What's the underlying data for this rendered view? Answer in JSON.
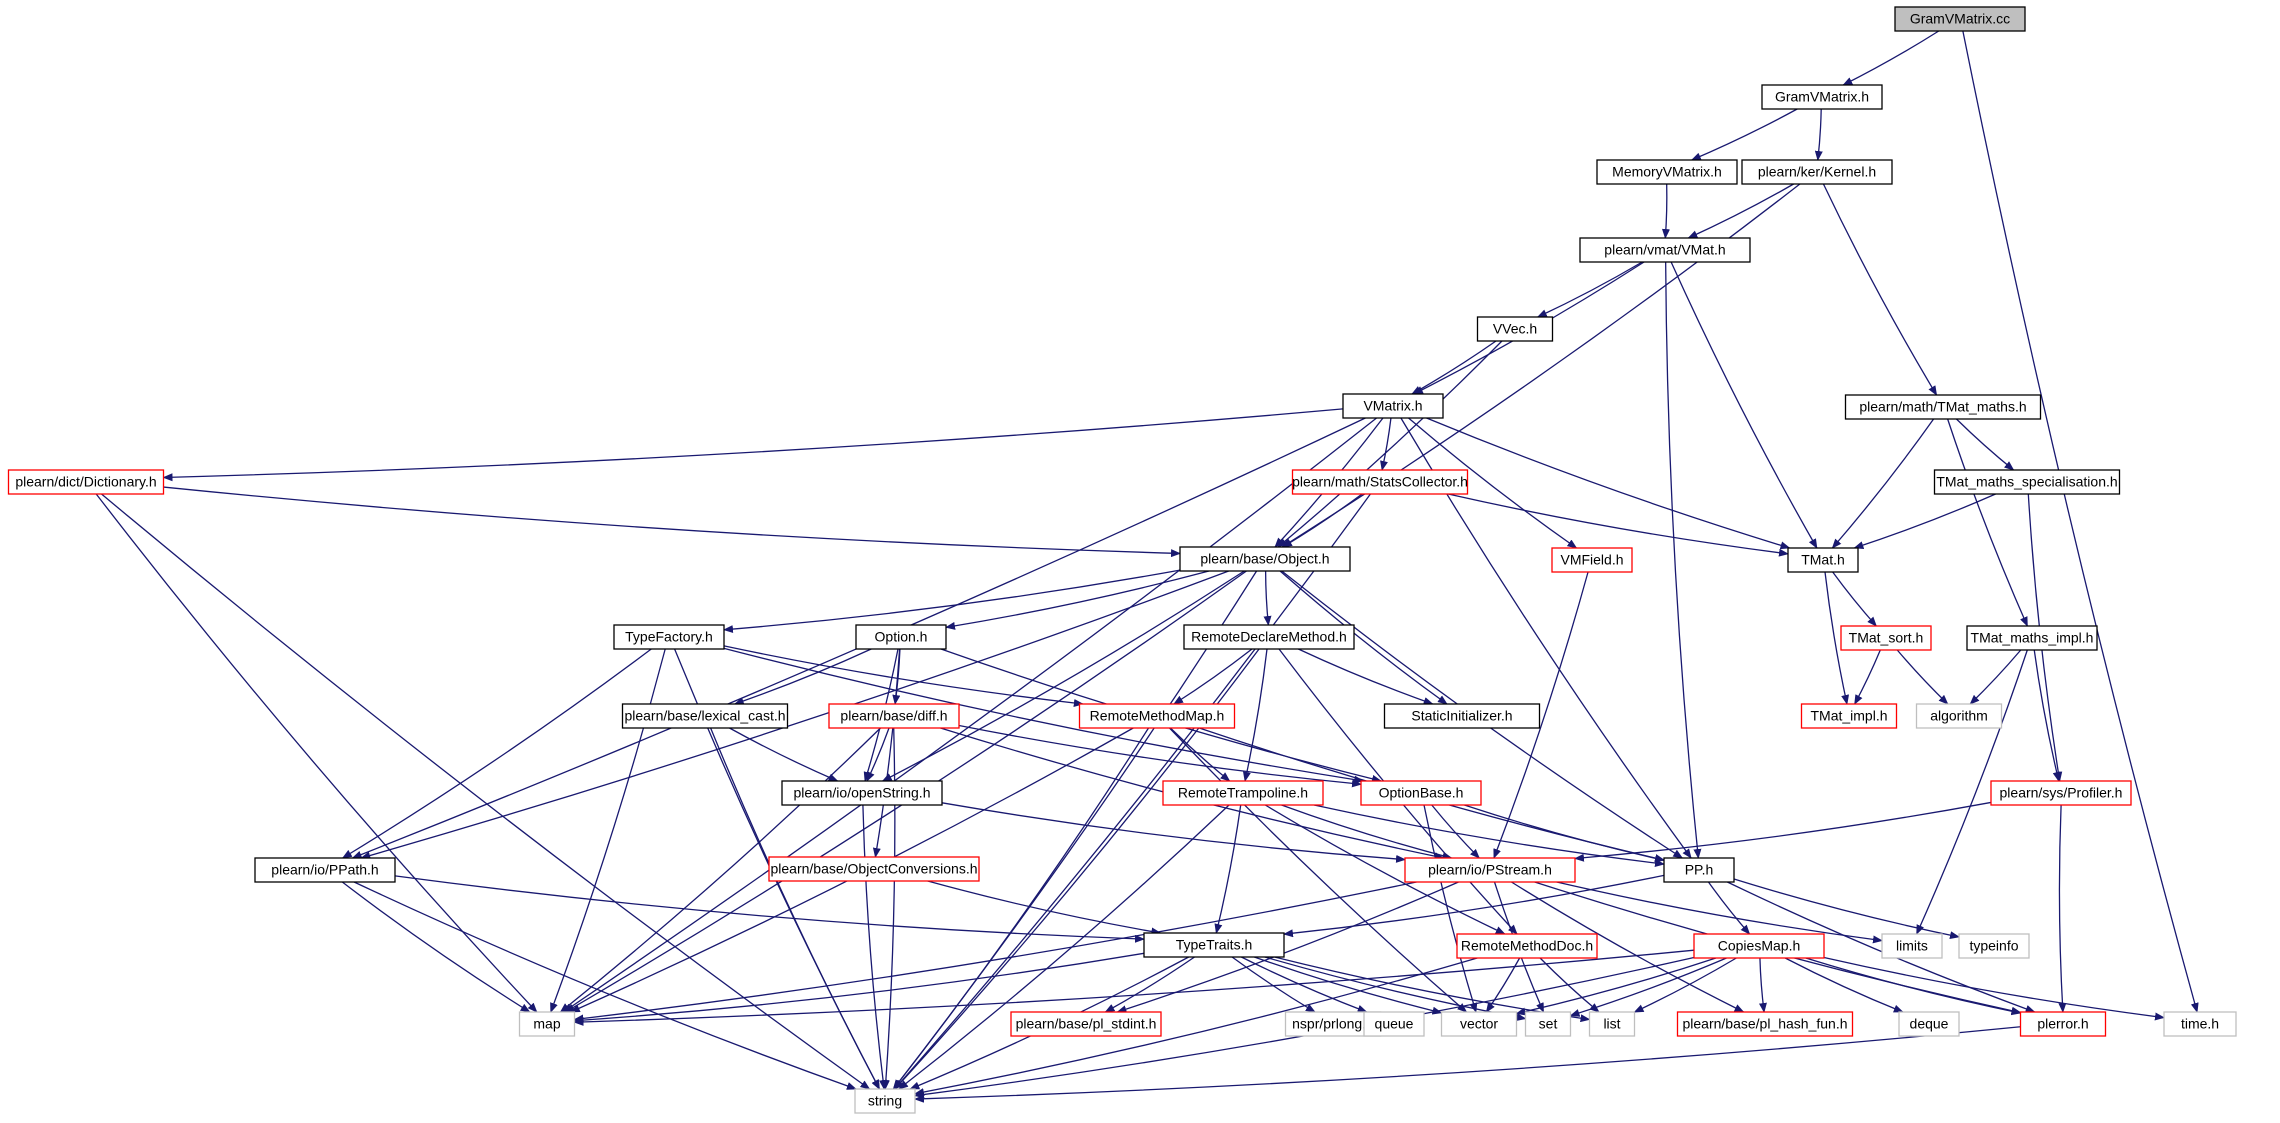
{
  "graph": {
    "colors": {
      "edge": "#191970",
      "normal_border": "#000000",
      "red_border": "#ff0000",
      "gray_border": "#bfbfbf",
      "root_fill": "#bfbfbf",
      "text": "#000000"
    },
    "nodes": [
      {
        "id": "n0",
        "label": "GramVMatrix.cc",
        "style": "root"
      },
      {
        "id": "n1",
        "label": "GramVMatrix.h",
        "style": "normal"
      },
      {
        "id": "n2",
        "label": "time.h",
        "style": "gray"
      },
      {
        "id": "n3",
        "label": "MemoryVMatrix.h",
        "style": "normal"
      },
      {
        "id": "n4",
        "label": "plearn/ker/Kernel.h",
        "style": "normal"
      },
      {
        "id": "n5",
        "label": "plearn/vmat/VMat.h",
        "style": "normal"
      },
      {
        "id": "n6",
        "label": "plearn/base/Object.h",
        "style": "normal"
      },
      {
        "id": "n7",
        "label": "plearn/math/TMat_maths.h",
        "style": "normal"
      },
      {
        "id": "n8",
        "label": "VVec.h",
        "style": "normal"
      },
      {
        "id": "n9",
        "label": "VMatrix.h",
        "style": "normal"
      },
      {
        "id": "n10",
        "label": "plearn/dict/Dictionary.h",
        "style": "red"
      },
      {
        "id": "n11",
        "label": "plearn/math/StatsCollector.h",
        "style": "red"
      },
      {
        "id": "n12",
        "label": "TMat_maths_specialisation.h",
        "style": "normal"
      },
      {
        "id": "n13",
        "label": "TMat.h",
        "style": "normal"
      },
      {
        "id": "n14",
        "label": "VMField.h",
        "style": "red"
      },
      {
        "id": "n15",
        "label": "TypeFactory.h",
        "style": "normal"
      },
      {
        "id": "n16",
        "label": "Option.h",
        "style": "normal"
      },
      {
        "id": "n17",
        "label": "RemoteDeclareMethod.h",
        "style": "normal"
      },
      {
        "id": "n18",
        "label": "TMat_sort.h",
        "style": "red"
      },
      {
        "id": "n19",
        "label": "TMat_maths_impl.h",
        "style": "normal"
      },
      {
        "id": "n20",
        "label": "plearn/base/lexical_cast.h",
        "style": "normal"
      },
      {
        "id": "n21",
        "label": "plearn/base/diff.h",
        "style": "red"
      },
      {
        "id": "n22",
        "label": "RemoteMethodMap.h",
        "style": "red"
      },
      {
        "id": "n23",
        "label": "StaticInitializer.h",
        "style": "normal"
      },
      {
        "id": "n24",
        "label": "TMat_impl.h",
        "style": "red"
      },
      {
        "id": "n25",
        "label": "algorithm",
        "style": "gray"
      },
      {
        "id": "n26",
        "label": "plearn/io/openString.h",
        "style": "normal"
      },
      {
        "id": "n27",
        "label": "RemoteTrampoline.h",
        "style": "red"
      },
      {
        "id": "n28",
        "label": "OptionBase.h",
        "style": "red"
      },
      {
        "id": "n29",
        "label": "plearn/sys/Profiler.h",
        "style": "red"
      },
      {
        "id": "n30",
        "label": "plearn/base/ObjectConversions.h",
        "style": "red"
      },
      {
        "id": "n31",
        "label": "plearn/io/PPath.h",
        "style": "normal"
      },
      {
        "id": "n32",
        "label": "plearn/io/PStream.h",
        "style": "red"
      },
      {
        "id": "n33",
        "label": "PP.h",
        "style": "normal"
      },
      {
        "id": "n34",
        "label": "limits",
        "style": "gray"
      },
      {
        "id": "n35",
        "label": "typeinfo",
        "style": "gray"
      },
      {
        "id": "n36",
        "label": "TypeTraits.h",
        "style": "normal"
      },
      {
        "id": "n37",
        "label": "RemoteMethodDoc.h",
        "style": "red"
      },
      {
        "id": "n38",
        "label": "CopiesMap.h",
        "style": "red"
      },
      {
        "id": "n39",
        "label": "map",
        "style": "gray"
      },
      {
        "id": "n40",
        "label": "plearn/base/pl_stdint.h",
        "style": "red"
      },
      {
        "id": "n41",
        "label": "nspr/prlong.h",
        "style": "gray"
      },
      {
        "id": "n42",
        "label": "queue",
        "style": "gray"
      },
      {
        "id": "n43",
        "label": "vector",
        "style": "gray"
      },
      {
        "id": "n44",
        "label": "set",
        "style": "gray"
      },
      {
        "id": "n45",
        "label": "list",
        "style": "gray"
      },
      {
        "id": "n46",
        "label": "plearn/base/pl_hash_fun.h",
        "style": "red"
      },
      {
        "id": "n47",
        "label": "deque",
        "style": "gray"
      },
      {
        "id": "n48",
        "label": "plerror.h",
        "style": "red"
      },
      {
        "id": "n49",
        "label": "string",
        "style": "gray"
      }
    ],
    "edges": [
      [
        "n0",
        "n1"
      ],
      [
        "n0",
        "n2"
      ],
      [
        "n1",
        "n3"
      ],
      [
        "n1",
        "n4"
      ],
      [
        "n3",
        "n5"
      ],
      [
        "n4",
        "n5"
      ],
      [
        "n4",
        "n6"
      ],
      [
        "n4",
        "n7"
      ],
      [
        "n5",
        "n8"
      ],
      [
        "n5",
        "n9"
      ],
      [
        "n5",
        "n13"
      ],
      [
        "n5",
        "n33"
      ],
      [
        "n8",
        "n9"
      ],
      [
        "n8",
        "n6"
      ],
      [
        "n9",
        "n10"
      ],
      [
        "n9",
        "n11"
      ],
      [
        "n9",
        "n6"
      ],
      [
        "n9",
        "n14"
      ],
      [
        "n9",
        "n13"
      ],
      [
        "n9",
        "n31"
      ],
      [
        "n9",
        "n39"
      ],
      [
        "n9",
        "n33"
      ],
      [
        "n7",
        "n13"
      ],
      [
        "n7",
        "n12"
      ],
      [
        "n7",
        "n19"
      ],
      [
        "n12",
        "n13"
      ],
      [
        "n12",
        "n29"
      ],
      [
        "n10",
        "n6"
      ],
      [
        "n10",
        "n39"
      ],
      [
        "n10",
        "n49"
      ],
      [
        "n11",
        "n6"
      ],
      [
        "n11",
        "n13"
      ],
      [
        "n11",
        "n49"
      ],
      [
        "n6",
        "n15"
      ],
      [
        "n6",
        "n16"
      ],
      [
        "n6",
        "n17"
      ],
      [
        "n6",
        "n23"
      ],
      [
        "n6",
        "n31"
      ],
      [
        "n6",
        "n26"
      ],
      [
        "n6",
        "n33"
      ],
      [
        "n6",
        "n39"
      ],
      [
        "n6",
        "n49"
      ],
      [
        "n13",
        "n18"
      ],
      [
        "n13",
        "n24"
      ],
      [
        "n18",
        "n24"
      ],
      [
        "n18",
        "n25"
      ],
      [
        "n19",
        "n25"
      ],
      [
        "n19",
        "n29"
      ],
      [
        "n19",
        "n34"
      ],
      [
        "n14",
        "n32"
      ],
      [
        "n15",
        "n31"
      ],
      [
        "n15",
        "n22"
      ],
      [
        "n15",
        "n28"
      ],
      [
        "n15",
        "n39"
      ],
      [
        "n15",
        "n49"
      ],
      [
        "n16",
        "n20"
      ],
      [
        "n16",
        "n21"
      ],
      [
        "n16",
        "n26"
      ],
      [
        "n16",
        "n28"
      ],
      [
        "n16",
        "n30"
      ],
      [
        "n17",
        "n22"
      ],
      [
        "n17",
        "n27"
      ],
      [
        "n17",
        "n23"
      ],
      [
        "n17",
        "n37"
      ],
      [
        "n17",
        "n49"
      ],
      [
        "n20",
        "n26"
      ],
      [
        "n20",
        "n49"
      ],
      [
        "n21",
        "n26"
      ],
      [
        "n21",
        "n28"
      ],
      [
        "n21",
        "n32"
      ],
      [
        "n21",
        "n39"
      ],
      [
        "n21",
        "n49"
      ],
      [
        "n22",
        "n27"
      ],
      [
        "n22",
        "n33"
      ],
      [
        "n22",
        "n39"
      ],
      [
        "n22",
        "n43"
      ],
      [
        "n22",
        "n49"
      ],
      [
        "n26",
        "n32"
      ],
      [
        "n26",
        "n49"
      ],
      [
        "n27",
        "n32"
      ],
      [
        "n27",
        "n33"
      ],
      [
        "n27",
        "n36"
      ],
      [
        "n27",
        "n37"
      ],
      [
        "n27",
        "n49"
      ],
      [
        "n28",
        "n32"
      ],
      [
        "n28",
        "n33"
      ],
      [
        "n28",
        "n43"
      ],
      [
        "n29",
        "n32"
      ],
      [
        "n29",
        "n48"
      ],
      [
        "n30",
        "n36"
      ],
      [
        "n31",
        "n36"
      ],
      [
        "n31",
        "n39"
      ],
      [
        "n31",
        "n49"
      ],
      [
        "n32",
        "n34"
      ],
      [
        "n32",
        "n39"
      ],
      [
        "n32",
        "n40"
      ],
      [
        "n32",
        "n44"
      ],
      [
        "n32",
        "n46"
      ],
      [
        "n32",
        "n48"
      ],
      [
        "n33",
        "n36"
      ],
      [
        "n33",
        "n38"
      ],
      [
        "n33",
        "n35"
      ],
      [
        "n33",
        "n48"
      ],
      [
        "n36",
        "n39"
      ],
      [
        "n36",
        "n40"
      ],
      [
        "n36",
        "n41"
      ],
      [
        "n36",
        "n42"
      ],
      [
        "n36",
        "n43"
      ],
      [
        "n36",
        "n44"
      ],
      [
        "n36",
        "n45"
      ],
      [
        "n36",
        "n49"
      ],
      [
        "n37",
        "n43"
      ],
      [
        "n37",
        "n45"
      ],
      [
        "n37",
        "n49"
      ],
      [
        "n38",
        "n39"
      ],
      [
        "n38",
        "n43"
      ],
      [
        "n38",
        "n44"
      ],
      [
        "n38",
        "n45"
      ],
      [
        "n38",
        "n46"
      ],
      [
        "n38",
        "n47"
      ],
      [
        "n38",
        "n48"
      ],
      [
        "n38",
        "n2"
      ],
      [
        "n38",
        "n49"
      ],
      [
        "n48",
        "n49"
      ]
    ]
  }
}
